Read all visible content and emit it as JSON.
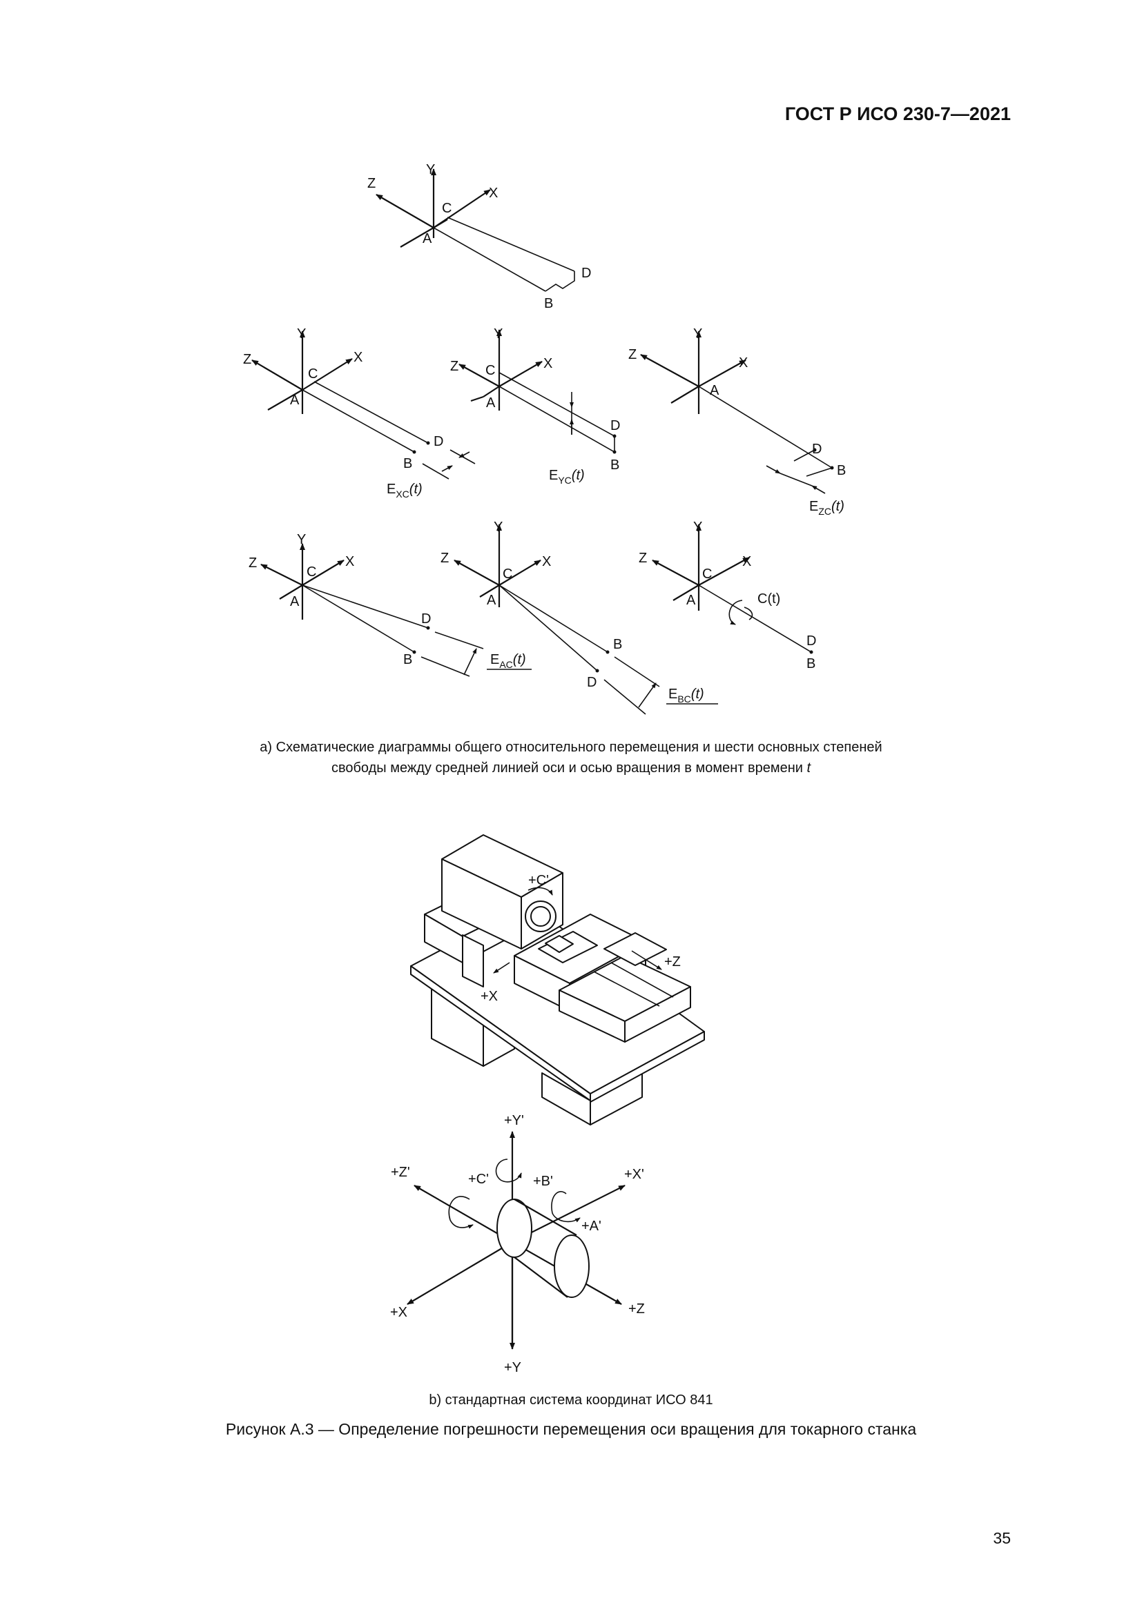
{
  "header": {
    "standard": "ГОСТ Р ИСО 230-7—2021"
  },
  "diagram_a": {
    "axis_labels": {
      "x": "X",
      "y": "Y",
      "z": "Z"
    },
    "point_labels": {
      "a": "A",
      "b": "B",
      "c": "C",
      "d": "D"
    },
    "error_labels": {
      "exc_main": "E",
      "exc_sub": "XC",
      "eyc_main": "E",
      "eyc_sub": "YC",
      "ezc_main": "E",
      "ezc_sub": "ZC",
      "eac_main": "E",
      "eac_sub": "AC",
      "ebc_main": "E",
      "ebc_sub": "BC",
      "time_arg": "(t)",
      "rot_c": "C(t)"
    }
  },
  "caption_a": {
    "line1": "a) Схематические диаграммы общего относительного перемещения и шести основных степеней",
    "line2_prefix": "свободы между средней линией оси и осью вращения в момент времени ",
    "line2_var": "t"
  },
  "diagram_b": {
    "machine_labels": {
      "c_prime": "+C'",
      "z": "+Z",
      "x": "+X"
    },
    "coordinate_labels": {
      "y_prime": "+Y'",
      "z_prime": "+Z'",
      "c_prime": "+C'",
      "b_prime": "+B'",
      "x_prime": "+X'",
      "a_prime": "+A'",
      "x": "+X",
      "z": "+Z",
      "y": "+Y"
    }
  },
  "caption_b": {
    "text": "b) стандартная система координат ИСО 841"
  },
  "figure_caption": {
    "text": "Рисунок А.3 — Определение погрешности перемещения оси вращения для токарного станка"
  },
  "page_number": {
    "text": "35"
  }
}
